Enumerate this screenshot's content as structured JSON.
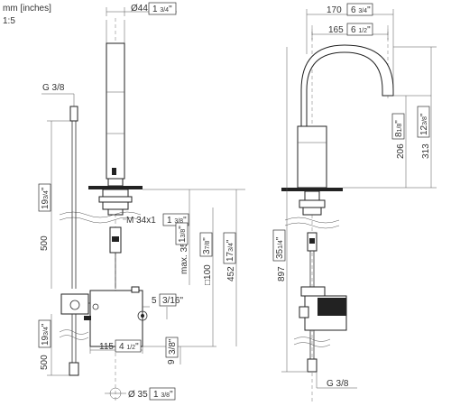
{
  "header": {
    "units": "mm [inches]",
    "scale": "1:5"
  },
  "left_view": {
    "diameter_top": {
      "prefix": "Ø",
      "value": "44",
      "inch_whole": "1",
      "inch_frac": "3/4"
    },
    "hose_thread": "G 3/8",
    "hose_length_upper": {
      "value": "500",
      "inch_whole": "19",
      "inch_frac": "3/4"
    },
    "hose_length_lower": {
      "value": "500",
      "inch_whole": "19",
      "inch_frac": "3/4"
    },
    "mount_thread": "M 34x1",
    "mount_thread_inch": {
      "inch_whole": "1",
      "inch_frac": "3/8"
    },
    "max_thickness": {
      "prefix": "max. 35",
      "inch_whole": "1",
      "inch_frac": "3/8"
    },
    "box_size": {
      "prefix": "□100",
      "inch_whole": "3",
      "inch_frac": "7/8"
    },
    "height_452": {
      "value": "452",
      "inch_whole": "17",
      "inch_frac": "3/4"
    },
    "offset_5": {
      "value": "5",
      "inch_frac": "3/16"
    },
    "width_115": {
      "value": "115",
      "inch_whole": "4",
      "inch_frac": "1/2"
    },
    "depth_9": {
      "value": "9",
      "inch_frac": "3/8"
    },
    "diameter_bottom": {
      "prefix": "Ø 35",
      "inch_whole": "1",
      "inch_frac": "3/8"
    }
  },
  "right_view": {
    "reach_170": {
      "value": "170",
      "inch_whole": "6",
      "inch_frac": "3/4"
    },
    "reach_165": {
      "value": "165",
      "inch_whole": "6",
      "inch_frac": "1/2"
    },
    "height_206": {
      "value": "206",
      "inch_whole": "8",
      "inch_frac": "1/8"
    },
    "height_313": {
      "value": "313",
      "inch_whole": "12",
      "inch_frac": "3/8"
    },
    "total_897": {
      "value": "897",
      "inch_whole": "35",
      "inch_frac": "1/4"
    },
    "bottom_thread": "G 3/8"
  }
}
